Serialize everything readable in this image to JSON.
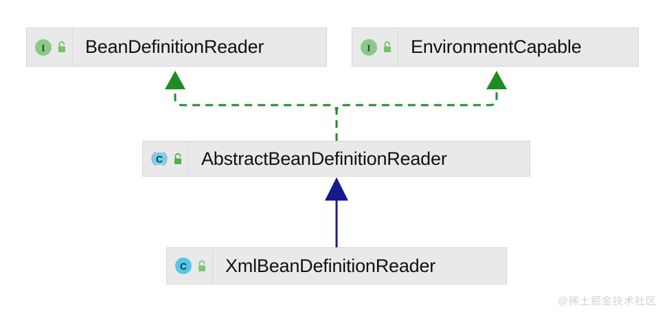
{
  "diagram": {
    "title": "Class hierarchy diagram",
    "background_color": "#ffffff",
    "node_fill": "#e9e9e9",
    "node_border": "#d4d4d4",
    "implements_edge_color": "#1f8b24",
    "extends_edge_color": "#151b8d",
    "interface_icon_color": "#8cc987",
    "abstract_icon_color": "#6fd0ee",
    "class_icon_color": "#55c7e8",
    "lock_icon_color": "#73c165"
  },
  "nodes": [
    {
      "id": "bean-definition-reader",
      "label": "BeanDefinitionReader",
      "stereotype": "interface",
      "type_icon": "interface-icon",
      "visibility_icon": "unlocked-padlock-icon",
      "visibility": "public"
    },
    {
      "id": "environment-capable",
      "label": "EnvironmentCapable",
      "stereotype": "interface",
      "type_icon": "interface-icon",
      "visibility_icon": "unlocked-padlock-icon",
      "visibility": "public"
    },
    {
      "id": "abstract-bean-definition-reader",
      "label": "AbstractBeanDefinitionReader",
      "stereotype": "abstract-class",
      "type_icon": "abstract-class-icon",
      "visibility_icon": "unlocked-padlock-icon",
      "visibility": "public"
    },
    {
      "id": "xml-bean-definition-reader",
      "label": "XmlBeanDefinitionReader",
      "stereotype": "class",
      "type_icon": "class-icon",
      "visibility_icon": "unlocked-padlock-icon",
      "visibility": "public"
    }
  ],
  "edges": [
    {
      "id": "implements-bean-definition-reader",
      "from": "abstract-bean-definition-reader",
      "to": "bean-definition-reader",
      "relation": "implements",
      "style": "dashed",
      "arrowhead": "filled-triangle",
      "color": "#1f8b24"
    },
    {
      "id": "implements-environment-capable",
      "from": "abstract-bean-definition-reader",
      "to": "environment-capable",
      "relation": "implements",
      "style": "dashed",
      "arrowhead": "filled-triangle",
      "color": "#1f8b24"
    },
    {
      "id": "extends-abstract-bean-definition-reader",
      "from": "xml-bean-definition-reader",
      "to": "abstract-bean-definition-reader",
      "relation": "extends",
      "style": "solid",
      "arrowhead": "filled-triangle",
      "color": "#151b8d"
    }
  ],
  "watermark": {
    "text": "@稀土掘金技术社区"
  }
}
